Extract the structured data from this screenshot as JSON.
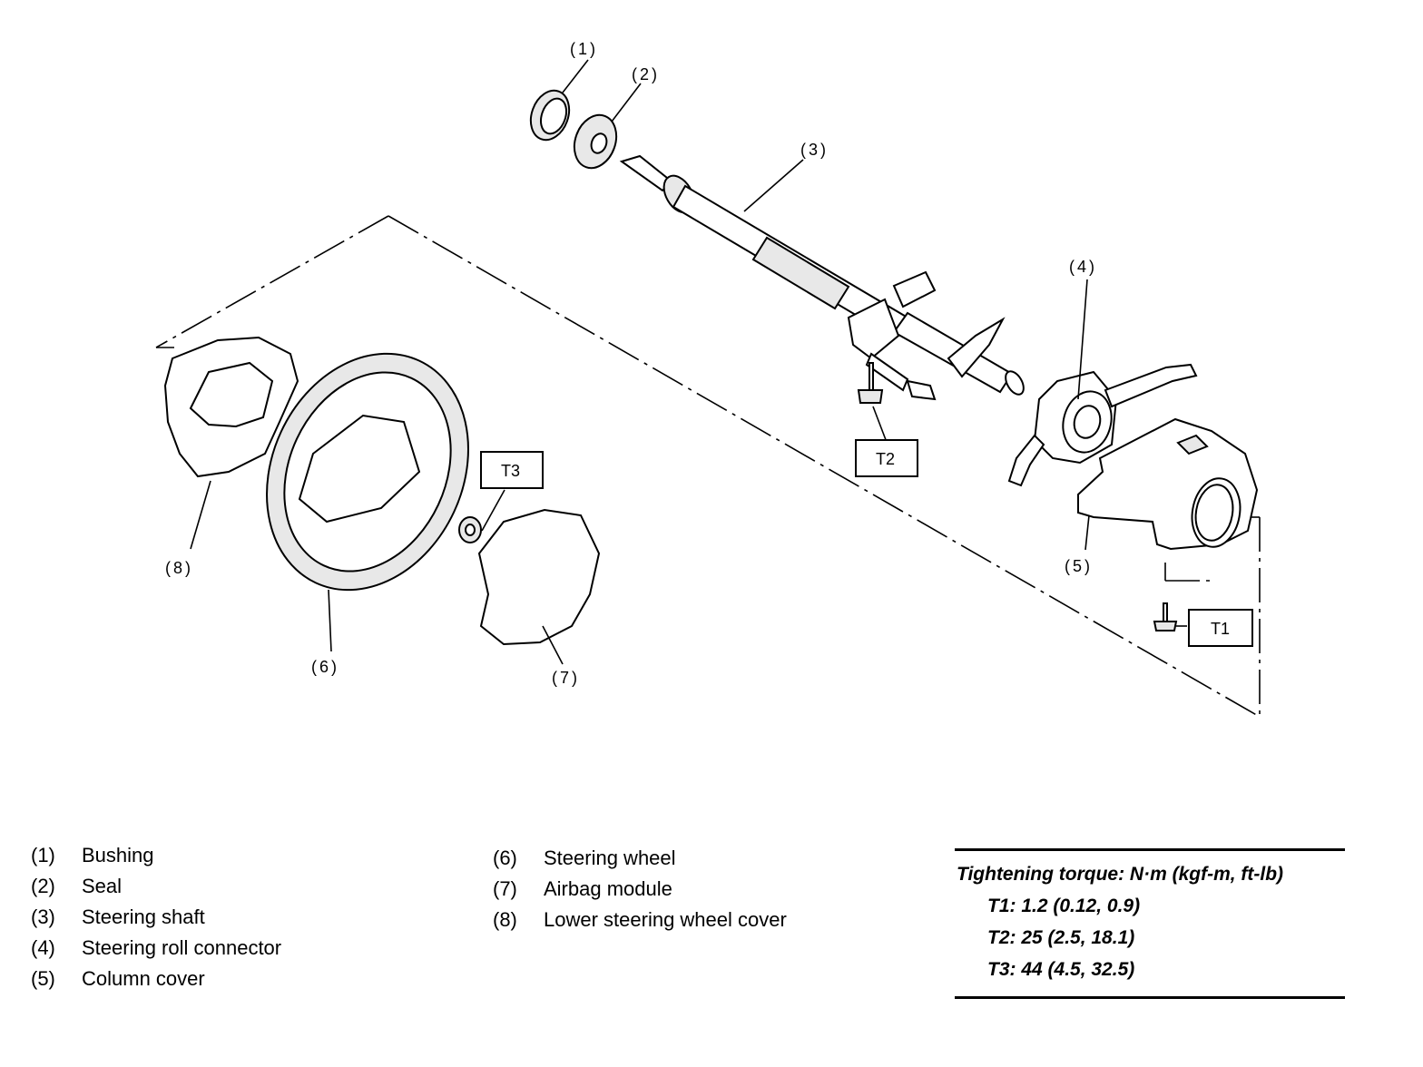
{
  "callouts": {
    "c1": "(1)",
    "c2": "(2)",
    "c3": "(3)",
    "c4": "(4)",
    "c5": "(5)",
    "c6": "(6)",
    "c7": "(7)",
    "c8": "(8)"
  },
  "torque_boxes": {
    "t1": "T1",
    "t2": "T2",
    "t3": "T3"
  },
  "legend": {
    "left": [
      {
        "num": "(1)",
        "name": "Bushing"
      },
      {
        "num": "(2)",
        "name": "Seal"
      },
      {
        "num": "(3)",
        "name": "Steering shaft"
      },
      {
        "num": "(4)",
        "name": "Steering roll connector"
      },
      {
        "num": "(5)",
        "name": "Column cover"
      }
    ],
    "right": [
      {
        "num": "(6)",
        "name": "Steering wheel"
      },
      {
        "num": "(7)",
        "name": "Airbag module"
      },
      {
        "num": "(8)",
        "name": "Lower steering wheel cover"
      }
    ]
  },
  "torque_table": {
    "title": "Tightening torque: N·m (kgf-m, ft-lb)",
    "values": [
      "T1: 1.2 (0.12, 0.9)",
      "T2: 25 (2.5, 18.1)",
      "T3: 44 (4.5, 32.5)"
    ]
  }
}
